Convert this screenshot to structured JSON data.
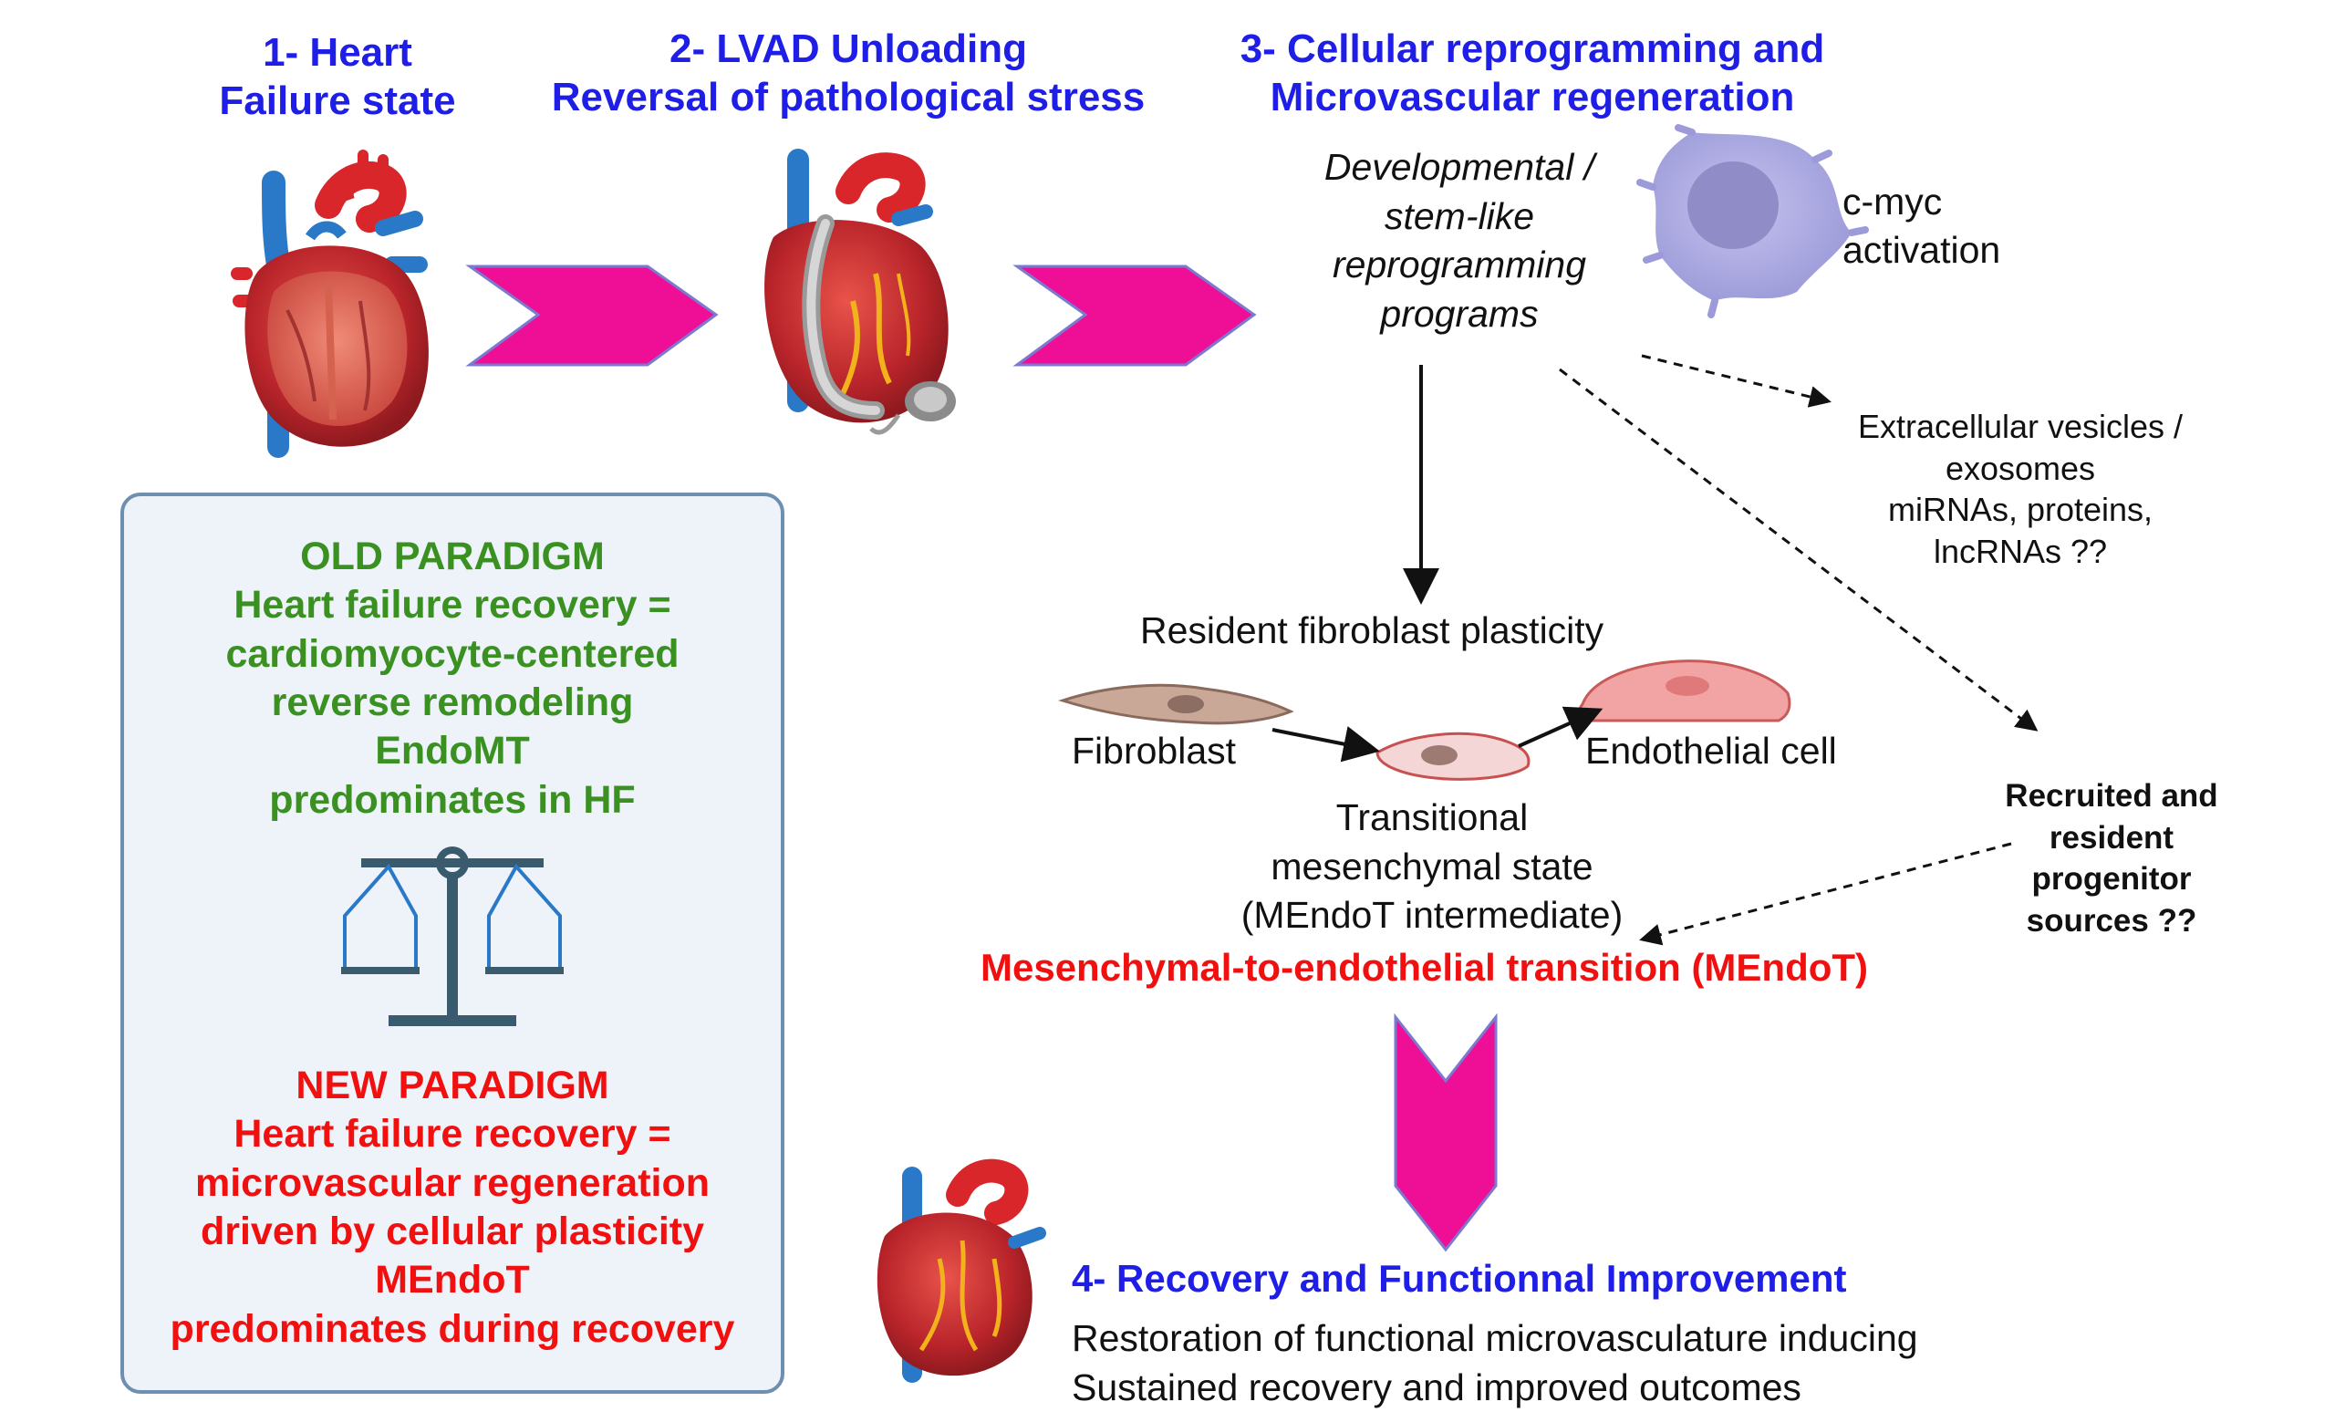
{
  "steps": {
    "step1": [
      "1- Heart",
      "Failure state"
    ],
    "step2": [
      "2- LVAD Unloading",
      "Reversal of pathological stress"
    ],
    "step3": [
      "3- Cellular reprogramming and",
      "Microvascular regeneration"
    ],
    "step4": "4- Recovery and Functionnal Improvement"
  },
  "reprogramming": [
    "Developmental /",
    "stem-like",
    "reprogramming",
    "programs"
  ],
  "cmyc": [
    "c-myc",
    "activation"
  ],
  "vesicles": [
    "Extracellular vesicles /",
    "exosomes",
    "miRNAs, proteins,",
    "lncRNAs ??"
  ],
  "fibroblast_plasticity": {
    "title": "Resident fibroblast plasticity",
    "fibroblast": "Fibroblast",
    "endothelial": "Endothelial cell",
    "transitional": [
      "Transitional",
      "mesenchymal state",
      "(MEndoT intermediate)"
    ],
    "mendot": "Mesenchymal-to-endothelial transition (MEndoT)"
  },
  "progenitor": [
    "Recruited and",
    "resident",
    "progenitor",
    "sources ??"
  ],
  "paradigm": {
    "old": [
      "OLD PARADIGM",
      "Heart failure recovery =",
      "cardiomyocyte-centered",
      "reverse remodeling",
      "EndoMT",
      "predominates in HF"
    ],
    "new": [
      "NEW PARADIGM",
      "Heart failure recovery =",
      "microvascular regeneration",
      "driven by cellular plasticity",
      "MEndoT",
      "predominates during recovery"
    ]
  },
  "recovery": [
    "Restoration of functional microvasculature inducing",
    "Sustained recovery and improved outcomes"
  ],
  "colors": {
    "title_blue": "#1e1ee6",
    "old_green": "#3a9122",
    "new_red": "#f01010",
    "chevron_magenta": "#ee0f96",
    "box_fill": "#eef3fa",
    "box_border": "#6f8fb0"
  }
}
